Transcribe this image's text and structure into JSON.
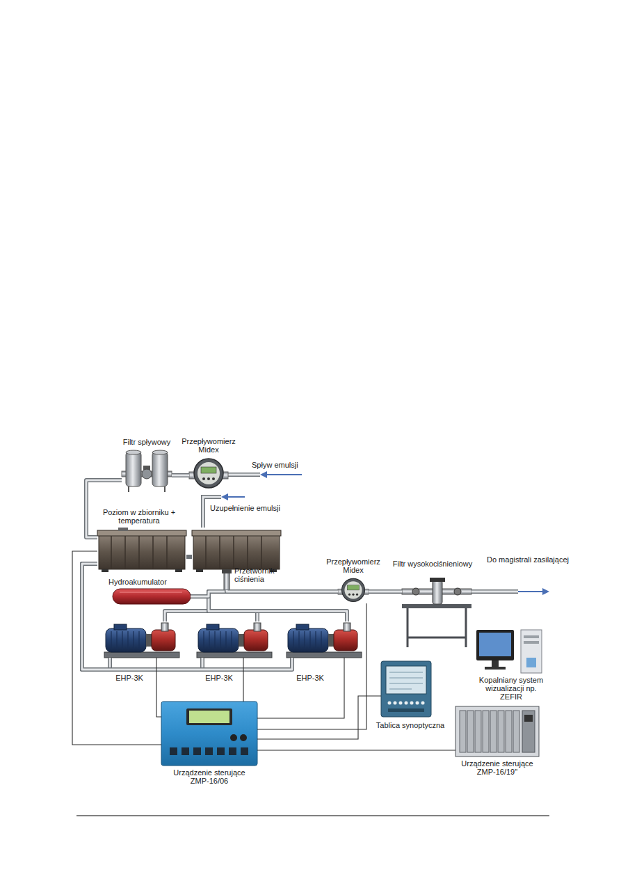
{
  "diagram": {
    "nodes": [
      {
        "text": [
          "Filtr spływowy"
        ]
      },
      {
        "text": [
          "Przepływomierz Midex"
        ]
      },
      {
        "text": [
          "Poziom w zbiorniku + temperatura"
        ]
      },
      {
        "text": [
          "Przetwornik ciśnienia"
        ]
      },
      {
        "text": [
          "Hydroakumulator"
        ]
      },
      {
        "text": [
          "Przepływomierz Midex"
        ]
      },
      {
        "text": [
          "Filtr wysokociśnieniowy"
        ]
      },
      {
        "text": [
          "EHP-3K"
        ]
      },
      {
        "text": [
          "EHP-3K"
        ]
      },
      {
        "text": [
          "EHP-3K"
        ]
      },
      {
        "text": [
          "Tablica synoptyczna"
        ]
      },
      {
        "text": [
          "Kopalniany system wizualizacji np. ZEFIR"
        ]
      },
      {
        "text": [
          "Urządzenie sterujące ZMP-16/06"
        ]
      },
      {
        "text": [
          "Urządzenie sterujące ZMP-16/19\""
        ]
      }
    ],
    "edges": [
      {
        "from": 0,
        "to": 1,
        "arrow": "none"
      },
      {
        "from": 0,
        "to": 2,
        "arrow": "none"
      },
      {
        "from": 2,
        "to": 7,
        "arrow": "none"
      },
      {
        "from": 2,
        "to": 8,
        "arrow": "none"
      },
      {
        "from": 2,
        "to": 9,
        "arrow": "none"
      },
      {
        "from": 7,
        "to": 5,
        "arrow": "none"
      },
      {
        "from": 8,
        "to": 5,
        "arrow": "none"
      },
      {
        "from": 9,
        "to": 5,
        "arrow": "none"
      },
      {
        "from": 4,
        "to": 5,
        "arrow": "none"
      },
      {
        "from": 3,
        "to": 5,
        "arrow": "none"
      },
      {
        "from": 5,
        "to": 6,
        "arrow": "none"
      },
      {
        "from": 12,
        "to": 2,
        "arrow": "none"
      },
      {
        "from": 12,
        "to": 7,
        "arrow": "none"
      },
      {
        "from": 12,
        "to": 8,
        "arrow": "none"
      },
      {
        "from": 12,
        "to": 9,
        "arrow": "none"
      },
      {
        "from": 12,
        "to": 5,
        "arrow": "none"
      },
      {
        "from": 12,
        "to": 10,
        "arrow": "none"
      },
      {
        "from": 12,
        "to": 13,
        "arrow": "none"
      }
    ],
    "labels": [
      "Spływ emulsji",
      "Uzupełnienie emulsji",
      "Do magistrali zasilającej"
    ]
  }
}
